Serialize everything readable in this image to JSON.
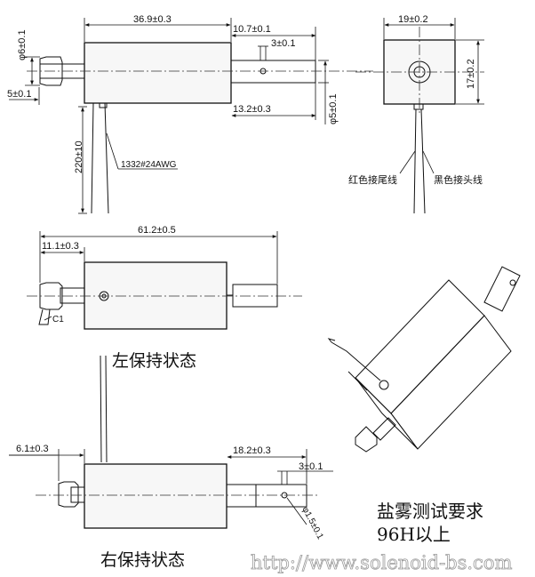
{
  "top_view": {
    "overall_length": "36.9±0.3",
    "diameter_6": "φ6±0.1",
    "shaft_to_hole": "10.7±0.1",
    "hole_size": "3±0.1",
    "offset_5": "5±0.1",
    "shaft_length": "13.2±0.3",
    "shaft_diameter": "φ5±0.1",
    "lead_length": "220±10",
    "wire_spec": "1332#24AWG"
  },
  "end_view": {
    "width": "19±0.2",
    "height": "17±0.2",
    "red_wire_label": "红色接尾线",
    "black_wire_label": "黑色接头线"
  },
  "left_state": {
    "overall": "61.2±0.5",
    "left_offset": "11.1±0.3",
    "chamfer": "C1",
    "caption": "左保持状态"
  },
  "right_state": {
    "left_offset": "6.1±0.3",
    "shaft_length": "18.2±0.3",
    "hole_size": "3±0.1",
    "hole_diameter": "φ1.5±0.1",
    "caption": "右保持状态"
  },
  "notes": {
    "salt_spray_line1": "盐雾测试要求",
    "salt_spray_line2": "96H以上"
  },
  "watermark": "http://www.solenoid-bs.com"
}
